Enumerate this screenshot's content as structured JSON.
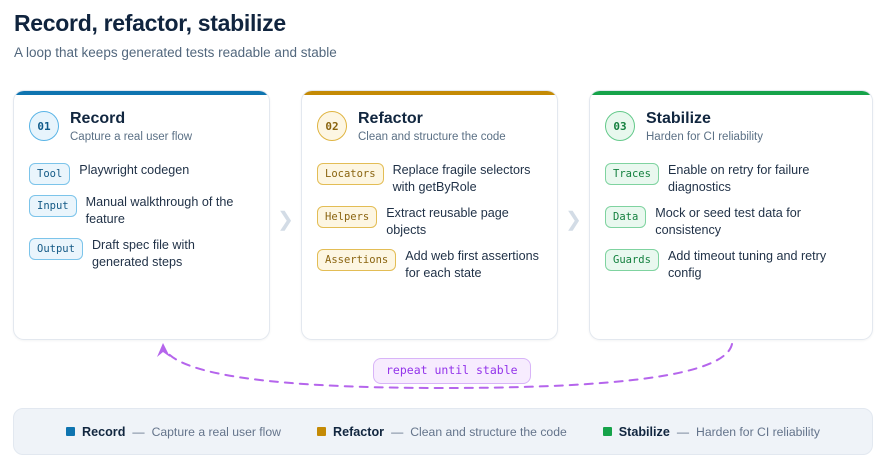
{
  "header": {
    "title": "Record, refactor, stabilize",
    "subtitle": "A loop that keeps generated tests readable and stable"
  },
  "colors": {
    "record": "#0e74b0",
    "refactor": "#c48a05",
    "stabilize": "#16a34a",
    "loop": "#b565ec",
    "chevron": "#d3dce6",
    "legend_bg": "#eff3f8"
  },
  "chevron_glyph": "❯",
  "cards": [
    {
      "number": "01",
      "title": "Record",
      "subtitle": "Capture a real user flow",
      "theme": "blue",
      "items": [
        {
          "chip": "Tool",
          "text": "Playwright codegen"
        },
        {
          "chip": "Input",
          "text": "Manual walkthrough of the feature"
        },
        {
          "chip": "Output",
          "text": "Draft spec file with generated steps"
        }
      ]
    },
    {
      "number": "02",
      "title": "Refactor",
      "subtitle": "Clean and structure the code",
      "theme": "amber",
      "items": [
        {
          "chip": "Locators",
          "text": "Replace fragile selectors with getByRole"
        },
        {
          "chip": "Helpers",
          "text": "Extract reusable page objects"
        },
        {
          "chip": "Assertions",
          "text": "Add web first assertions for each state"
        }
      ]
    },
    {
      "number": "03",
      "title": "Stabilize",
      "subtitle": "Harden for CI reliability",
      "theme": "green",
      "items": [
        {
          "chip": "Traces",
          "text": "Enable on retry for failure diagnostics"
        },
        {
          "chip": "Data",
          "text": "Mock or seed test data for consistency"
        },
        {
          "chip": "Guards",
          "text": "Add timeout tuning and retry config"
        }
      ]
    }
  ],
  "loop": {
    "label": "repeat until stable"
  },
  "legend": {
    "items": [
      {
        "name": "Record",
        "dash": "—",
        "desc": "Capture a real user flow",
        "color": "#0e74b0"
      },
      {
        "name": "Refactor",
        "dash": "—",
        "desc": "Clean and structure the code",
        "color": "#c48a05"
      },
      {
        "name": "Stabilize",
        "dash": "—",
        "desc": "Harden for CI reliability",
        "color": "#16a34a"
      }
    ]
  }
}
